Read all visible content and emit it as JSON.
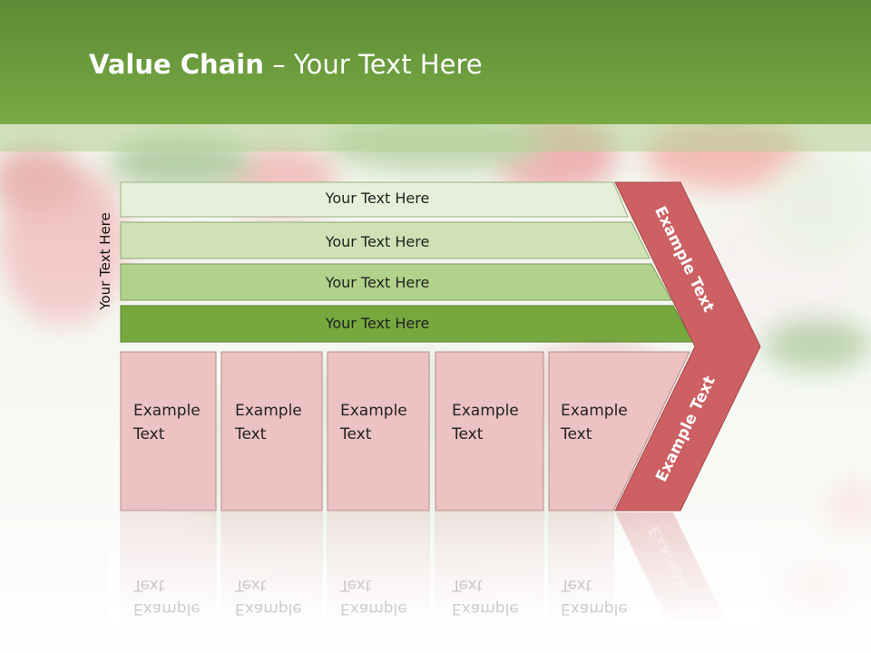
{
  "slide": {
    "title_bold": "Value Chain",
    "title_rest": " – Your Text Here",
    "side_label": "Your Text Here"
  },
  "rows": [
    {
      "label": "Your Text Here",
      "color": "#e6efd9"
    },
    {
      "label": "Your Text Here",
      "color": "#cfe2b5"
    },
    {
      "label": "Your Text Here",
      "color": "#b1d28a"
    },
    {
      "label": "Your Text Here",
      "color": "#77a83e"
    }
  ],
  "boxes": [
    {
      "line1": "Example",
      "line2": "Text"
    },
    {
      "line1": "Example",
      "line2": "Text"
    },
    {
      "line1": "Example",
      "line2": "Text"
    },
    {
      "line1": "Example",
      "line2": "Text"
    },
    {
      "line1": "Example",
      "line2": "Text"
    }
  ],
  "chevron": {
    "upper_label": "Example Text",
    "lower_label": "Example Text",
    "color": "#cc6062"
  },
  "colors": {
    "header": "#6f9f3f",
    "box_fill": "#ecc2c3",
    "box_stroke": "#b58c8d"
  }
}
